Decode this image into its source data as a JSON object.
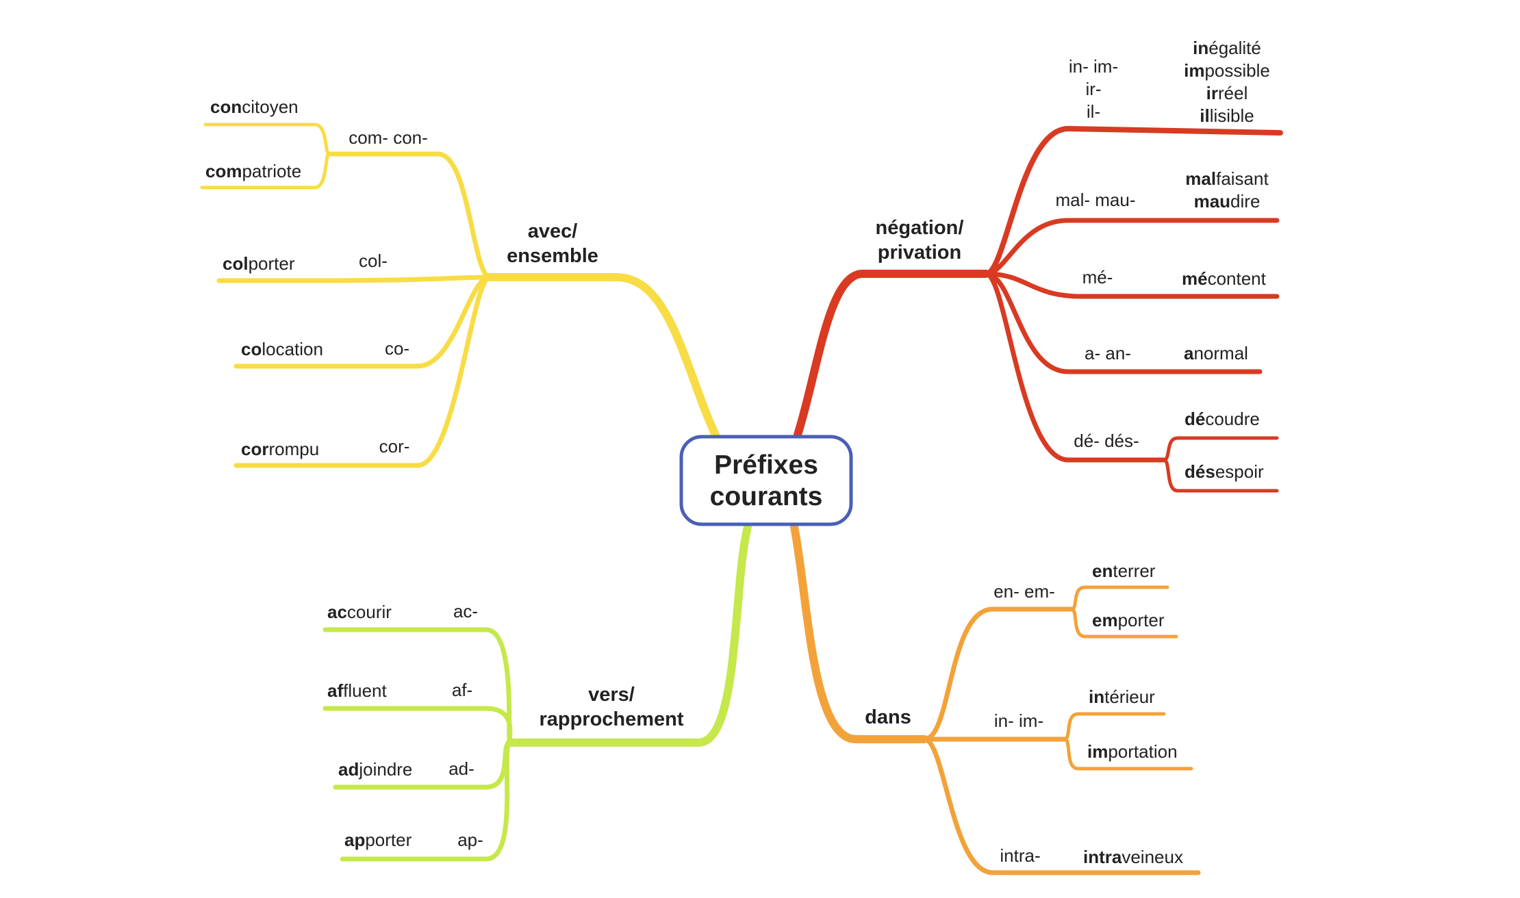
{
  "central": {
    "line1": "Préfixes",
    "line2": "courants",
    "border_color": "#4a5fb5"
  },
  "branches": {
    "avec": {
      "label1": "avec/",
      "label2": "ensemble",
      "color": "#f8dc45",
      "groups": [
        {
          "prefix": "com- con-",
          "examples": [
            {
              "bold": "con",
              "rest": "citoyen"
            },
            {
              "bold": "com",
              "rest": "patriote"
            }
          ]
        },
        {
          "prefix": "col-",
          "examples": [
            {
              "bold": "col",
              "rest": "porter"
            }
          ]
        },
        {
          "prefix": "co-",
          "examples": [
            {
              "bold": "co",
              "rest": "location"
            }
          ]
        },
        {
          "prefix": "cor-",
          "examples": [
            {
              "bold": "cor",
              "rest": "rompu"
            }
          ]
        }
      ]
    },
    "negation": {
      "label1": "négation/",
      "label2": "privation",
      "color": "#d93a22",
      "groups": [
        {
          "prefix_lines": [
            "in- im-",
            "ir-",
            "il-"
          ],
          "examples": [
            {
              "bold": "in",
              "rest": "égalité"
            },
            {
              "bold": "im",
              "rest": "possible"
            },
            {
              "bold": "ir",
              "rest": "réel"
            },
            {
              "bold": "il",
              "rest": "lisible"
            }
          ]
        },
        {
          "prefix": "mal- mau-",
          "examples": [
            {
              "bold": "mal",
              "rest": "faisant"
            },
            {
              "bold": "mau",
              "rest": "dire"
            }
          ]
        },
        {
          "prefix": "mé-",
          "examples": [
            {
              "bold": "mé",
              "rest": "content"
            }
          ]
        },
        {
          "prefix": "a- an-",
          "examples": [
            {
              "bold": "a",
              "rest": "normal"
            }
          ]
        },
        {
          "prefix": "dé- dés-",
          "examples": [
            {
              "bold": "dé",
              "rest": "coudre"
            },
            {
              "bold": "dés",
              "rest": "espoir"
            }
          ]
        }
      ]
    },
    "vers": {
      "label1": "vers/",
      "label2": "rapprochement",
      "color": "#c5e84a",
      "groups": [
        {
          "prefix": "ac-",
          "examples": [
            {
              "bold": "ac",
              "rest": "courir"
            }
          ]
        },
        {
          "prefix": "af-",
          "examples": [
            {
              "bold": "af",
              "rest": "fluent"
            }
          ]
        },
        {
          "prefix": "ad-",
          "examples": [
            {
              "bold": "ad",
              "rest": "joindre"
            }
          ]
        },
        {
          "prefix": "ap-",
          "examples": [
            {
              "bold": "ap",
              "rest": "porter"
            }
          ]
        }
      ]
    },
    "dans": {
      "label1": "dans",
      "color": "#f3a23a",
      "groups": [
        {
          "prefix": "en- em-",
          "examples": [
            {
              "bold": "en",
              "rest": "terrer"
            },
            {
              "bold": "em",
              "rest": "porter"
            }
          ]
        },
        {
          "prefix": "in- im-",
          "examples": [
            {
              "bold": "in",
              "rest": "térieur"
            },
            {
              "bold": "im",
              "rest": "portation"
            }
          ]
        },
        {
          "prefix": "intra-",
          "examples": [
            {
              "bold": "intra",
              "rest": "veineux"
            }
          ]
        }
      ]
    }
  }
}
